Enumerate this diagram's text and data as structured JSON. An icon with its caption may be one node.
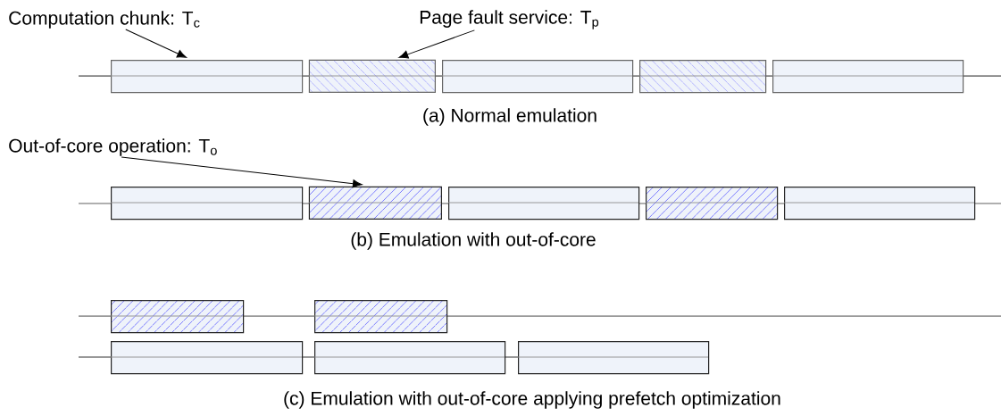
{
  "diagram": {
    "nodes": [
      {
        "text": [
          "Computation chunk: T$_{c}$"
        ]
      },
      {
        "text": [
          "Page fault  service: T$_{p}$"
        ]
      },
      {
        "text": [],
        "shape": "box"
      },
      {
        "text": [],
        "shape": "box"
      },
      {
        "text": [],
        "shape": "box"
      },
      {
        "text": [],
        "shape": "box"
      },
      {
        "text": [],
        "shape": "box"
      },
      {
        "text": [
          "Out-of-core operation: T$_{o}$"
        ]
      },
      {
        "text": [],
        "shape": "box"
      },
      {
        "text": [],
        "shape": "box"
      },
      {
        "text": [],
        "shape": "box"
      },
      {
        "text": [],
        "shape": "box"
      },
      {
        "text": [],
        "shape": "box"
      },
      {
        "text": [],
        "shape": "box"
      },
      {
        "text": [],
        "shape": "box"
      },
      {
        "text": [],
        "shape": "box"
      },
      {
        "text": [],
        "shape": "box"
      },
      {
        "text": [],
        "shape": "box"
      }
    ],
    "edges": [
      {
        "from": 0,
        "to": 2,
        "arrow": "to"
      },
      {
        "from": 1,
        "to": 3,
        "arrow": "to"
      },
      {
        "from": 7,
        "to": 9,
        "arrow": "to"
      }
    ],
    "labels": [
      "(a) Normal emulation",
      "(b) Emulation with out-of-core",
      "(c) Emulation with out-of-core applying prefetch optimization"
    ]
  }
}
